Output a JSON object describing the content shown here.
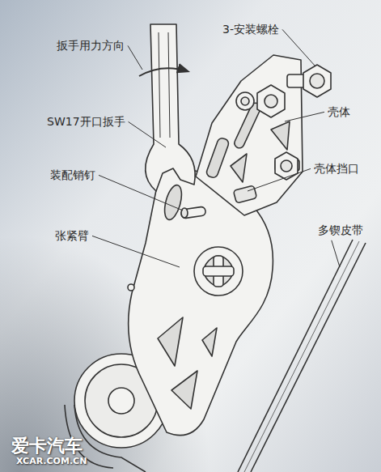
{
  "diagram": {
    "labels": [
      "扳手用力方向",
      "3-安装螺栓",
      "SW17开口扳手",
      "壳体",
      "装配销钉",
      "壳体挡口",
      "张紧臂",
      "多锲皮带",
      "爱卡汽车",
      "XCAR.COM.CN"
    ]
  }
}
